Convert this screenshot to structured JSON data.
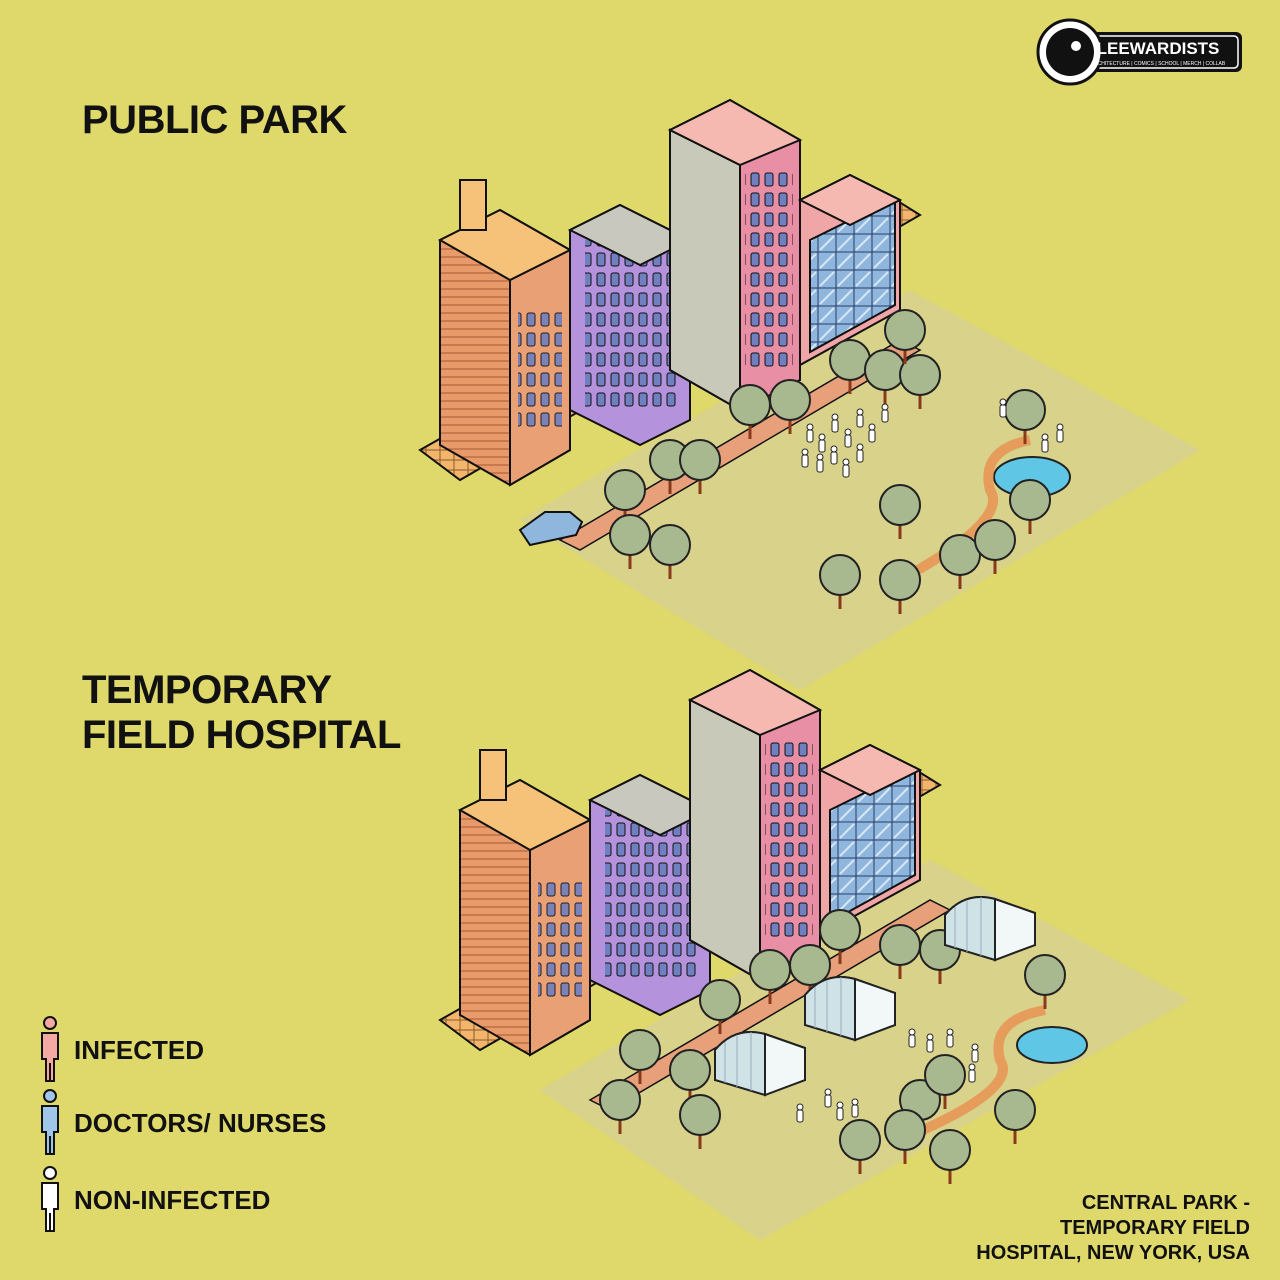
{
  "header": {
    "brand": "LEEWARDISTS",
    "brand_tagline": "ARCHITECTURE | COMICS | SCHOOL | MERCH | COLLAB"
  },
  "sections": [
    {
      "title": "PUBLIC PARK"
    },
    {
      "title_line1": "TEMPORARY",
      "title_line2": "FIELD HOSPITAL"
    }
  ],
  "legend": [
    {
      "label": "INFECTED",
      "color": "#f4a9a3",
      "icon": "person-icon"
    },
    {
      "label": "DOCTORS/ NURSES",
      "color": "#9fc6e8",
      "icon": "person-icon"
    },
    {
      "label": "NON-INFECTED",
      "color": "#ffffff",
      "icon": "person-icon"
    }
  ],
  "caption": {
    "line1": "CENTRAL PARK -",
    "line2": "TEMPORARY FIELD",
    "line3": "HOSPITAL, NEW YORK, USA"
  },
  "colors": {
    "background": "#dfd86b",
    "park_ground": "#d9d28a",
    "tree": "#a9b98f",
    "building_orange": "#e99a6a",
    "building_purple": "#b592dc",
    "building_pink": "#e88fa6",
    "glass": "#8fb6dd",
    "roof": "#f6b9b2",
    "pond": "#5fc6e6",
    "tent": "#e7f1f2"
  }
}
